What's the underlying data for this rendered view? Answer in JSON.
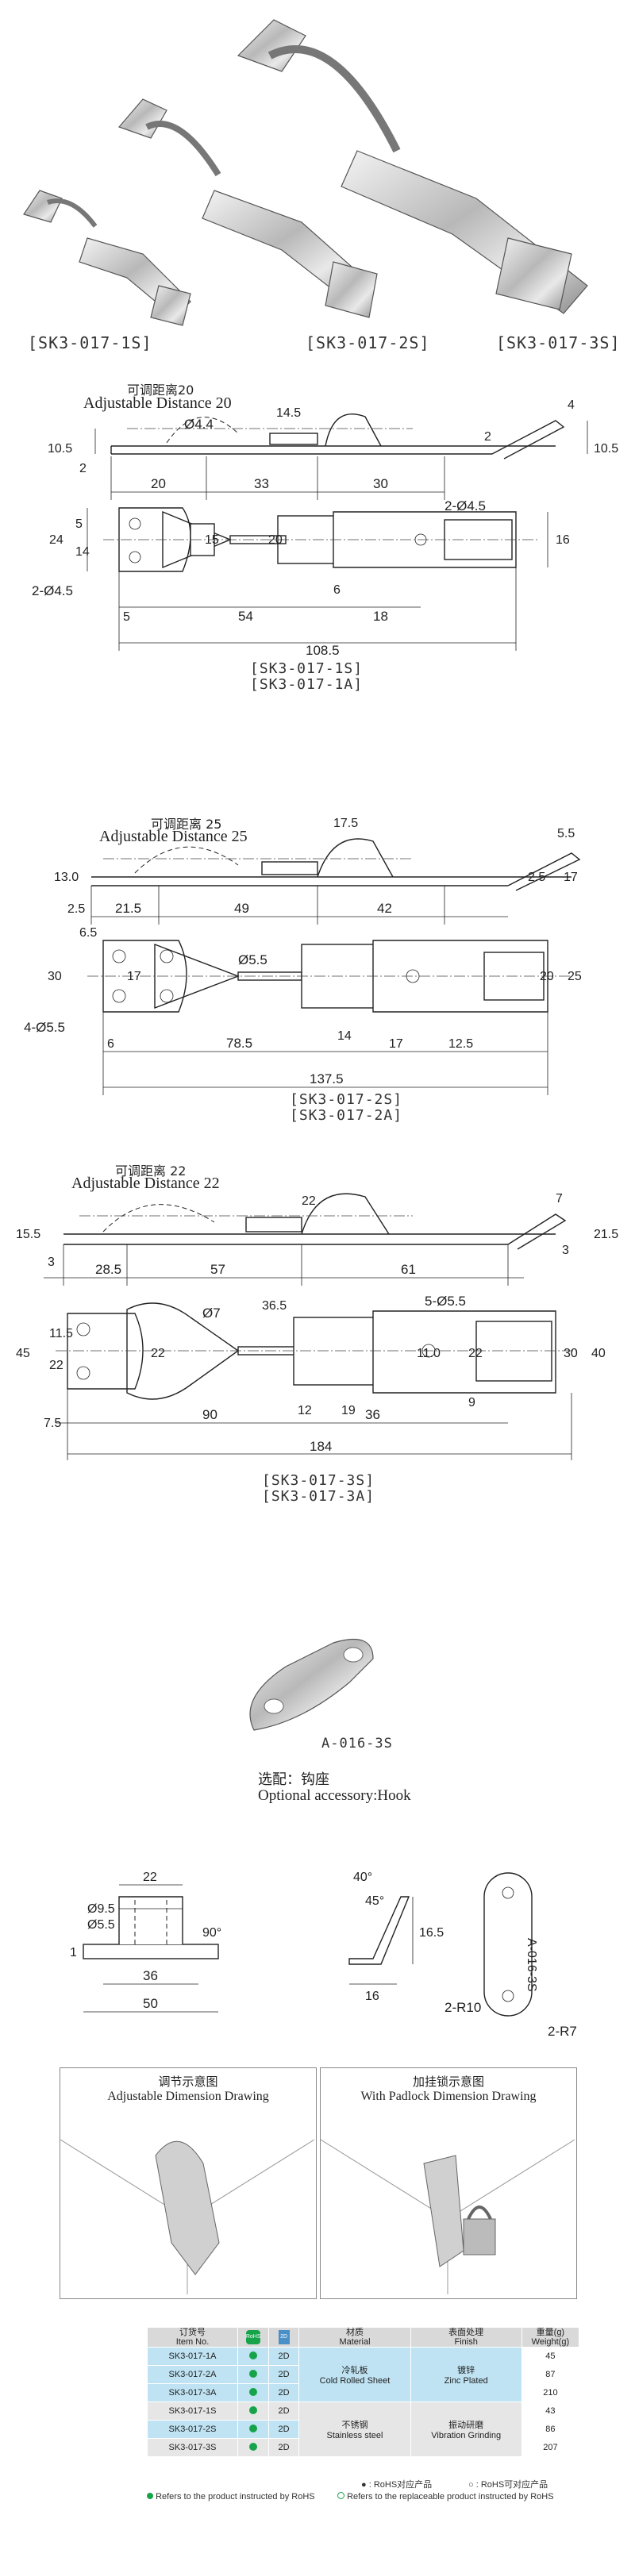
{
  "products": {
    "photo_labels": [
      "[SK3-017-1S]",
      "[SK3-017-2S]",
      "[SK3-017-3S]"
    ]
  },
  "drawing1": {
    "adjust_cn": "可调距离20",
    "adjust_en": "Adjustable Distance 20",
    "side": {
      "d_44": "Ø4.4",
      "d_145": "14.5",
      "d_4": "4",
      "d_105_l": "10.5",
      "d_105_r": "10.5",
      "d_2a": "2",
      "d_2b": "2",
      "d_20": "20",
      "d_33": "33",
      "d_30": "30"
    },
    "top": {
      "d_2045": "2-Ø4.5",
      "d_5": "5",
      "d_24": "24",
      "d_14": "14",
      "d_15": "15",
      "d_20": "20",
      "d_16": "16",
      "d_6": "6",
      "d_left": "2-Ø4.5",
      "b_5": "5",
      "d_54": "54",
      "d_18": "18",
      "d_1085": "108.5"
    },
    "codes": [
      "[SK3-017-1S]",
      "[SK3-017-1A]"
    ]
  },
  "drawing2": {
    "adjust_cn": "可调距离 25",
    "adjust_en": "Adjustable Distance 25",
    "side": {
      "d_55": "5.5",
      "d_175": "17.5",
      "d_130": "13.0",
      "d_25r": "2.5",
      "d_17": "17",
      "d_25b": "2.5",
      "d_215": "21.5",
      "d_49": "49",
      "d_42": "42"
    },
    "top": {
      "d_65": "6.5",
      "d_30": "30",
      "d_17": "17",
      "d_55": "Ø5.5",
      "d_20": "20",
      "d_25": "25",
      "d_14": "14",
      "d_17b": "17",
      "d_125": "12.5",
      "d_left": "4-Ø5.5",
      "b_6": "6",
      "d_785": "78.5",
      "d_1375": "137.5"
    },
    "codes": [
      "[SK3-017-2S]",
      "[SK3-017-2A]"
    ]
  },
  "drawing3": {
    "adjust_cn": "可调距离 22",
    "adjust_en": "Adjustable Distance 22",
    "side": {
      "d_7": "7",
      "d_155": "15.5",
      "d_22": "22",
      "d_215": "21.5",
      "d_3r": "3",
      "d_3l": "3",
      "d_285": "28.5",
      "d_57": "57",
      "d_61": "61"
    },
    "top": {
      "d_365": "36.5",
      "d_555": "5-Ø5.5",
      "d_115": "11.5",
      "d_45": "45",
      "d_22a": "22",
      "d_d7": "Ø7",
      "d_22b": "22",
      "d_110": "11.0",
      "d_22c": "22",
      "d_30": "30",
      "d_40": "40",
      "d_12": "12",
      "d_19": "19",
      "d_9": "9",
      "d_75": "7.5",
      "d_90": "90",
      "d_36": "36",
      "d_184": "184"
    },
    "codes": [
      "[SK3-017-3S]",
      "[SK3-017-3A]"
    ]
  },
  "hook": {
    "label": "A-016-3S",
    "optional_cn": "选配：钩座",
    "optional_en": "Optional accessory:Hook",
    "dims": {
      "d_95": "Ø9.5",
      "d_55": "Ø5.5",
      "d_22": "22",
      "d_90": "90°",
      "d_1": "1",
      "d_36": "36",
      "d_50": "50",
      "d_40": "40°",
      "d_45": "45°",
      "d_165": "16.5",
      "d_16": "16",
      "d_r10": "2-R10",
      "d_r7": "2-R7"
    },
    "stamp": "A-016-3S"
  },
  "panels": {
    "left_cn": "调节示意图",
    "left_en": "Adjustable Dimension Drawing",
    "right_cn": "加挂锁示意图",
    "right_en": "With Padlock Dimension Drawing"
  },
  "spec_table": {
    "headers": [
      {
        "cn": "订货号",
        "en": "Item No."
      },
      {
        "cn": "RoHS",
        "en": ""
      },
      {
        "cn": "2D",
        "en": ""
      },
      {
        "cn": "材质",
        "en": "Material"
      },
      {
        "cn": "表面处理",
        "en": "Finish"
      },
      {
        "cn": "重量(g)",
        "en": "Weight(g)"
      }
    ],
    "rows": [
      {
        "item": "SK3-017-1A",
        "twod": "2D",
        "weight": "45"
      },
      {
        "item": "SK3-017-2A",
        "twod": "2D",
        "weight": "87"
      },
      {
        "item": "SK3-017-3A",
        "twod": "2D",
        "weight": "210"
      },
      {
        "item": "SK3-017-1S",
        "twod": "2D",
        "weight": "43"
      },
      {
        "item": "SK3-017-2S",
        "twod": "2D",
        "weight": "86"
      },
      {
        "item": "SK3-017-3S",
        "twod": "2D",
        "weight": "207"
      }
    ],
    "group_a": {
      "material_cn": "冷轧板",
      "material_en": "Cold Rolled Sheet",
      "finish_cn": "镀锌",
      "finish_en": "Zinc Plated"
    },
    "group_b": {
      "material_cn": "不锈钢",
      "material_en": "Stainless steel",
      "finish_cn": "振动研磨",
      "finish_en": "Vibration Grinding"
    },
    "legend_cn_1": "● : RoHS对应产品",
    "legend_cn_2": "○ : RoHS可对应产品",
    "legend_en_1": "Refers to the product instructed by RoHS",
    "legend_en_2": "Refers to the replaceable product instructed by RoHS",
    "colors": {
      "row_a": "#bfe3f3",
      "row_b": "#e6e6e6",
      "rohs": "#16a34a"
    }
  }
}
